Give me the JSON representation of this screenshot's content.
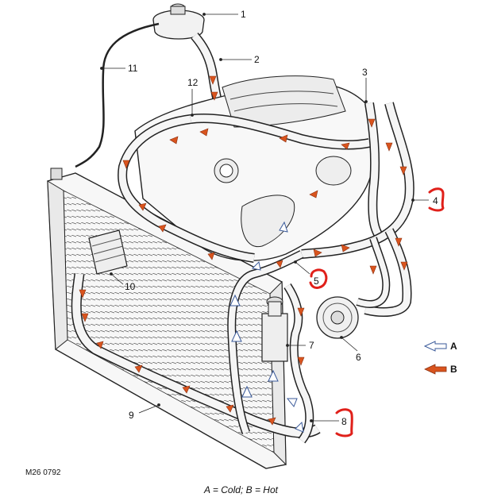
{
  "figure": {
    "ref_code": "M26 0792",
    "caption": "A = Cold; B = Hot"
  },
  "callouts": [
    "1",
    "2",
    "3",
    "4",
    "5",
    "6",
    "7",
    "8",
    "9",
    "10",
    "11",
    "12"
  ],
  "legend": {
    "cold_label": "A",
    "hot_label": "B"
  },
  "colors": {
    "cold_arrow": "#ffffff",
    "cold_outline": "#3a5a9a",
    "hot_arrow": "#d9541e",
    "highlight": "#e0201a",
    "line": "#1a1a1a",
    "fill_light": "#f3f3f3"
  }
}
